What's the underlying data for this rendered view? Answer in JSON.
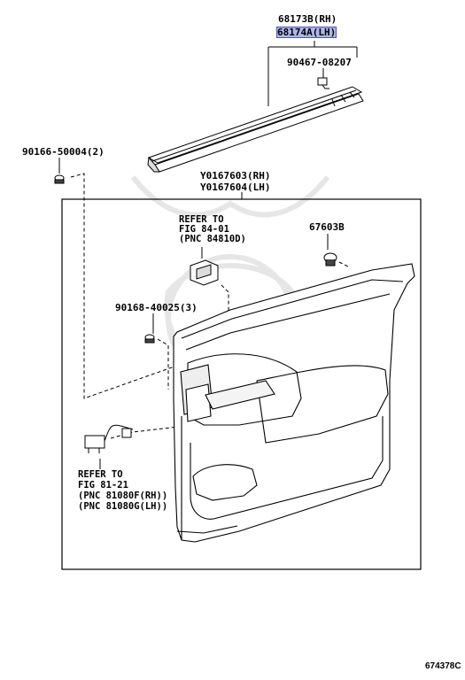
{
  "labels": {
    "p68173b": "68173B(RH)",
    "p68174a": "68174A(LH)",
    "p90467": "90467-08207",
    "p90166": "90166-50004(2)",
    "y_rh": "Y0167603(RH)",
    "y_lh": "Y0167604(LH)",
    "ref84_1": "REFER TO",
    "ref84_2": "FIG 84-01",
    "ref84_3": "(PNC 84810D)",
    "p67603b": "67603B",
    "p90168": "90168-40025(3)",
    "ref81_1": "REFER TO",
    "ref81_2": "FIG 81-21",
    "ref81_3": "(PNC 81080F(RH))",
    "ref81_4": "(PNC 81080G(LH))",
    "diagram_code": "674378C"
  },
  "colors": {
    "highlight": "#aeb6ea",
    "line": "#000000",
    "panel_fill": "#ffffff",
    "watermark": "#e4e4e4"
  }
}
